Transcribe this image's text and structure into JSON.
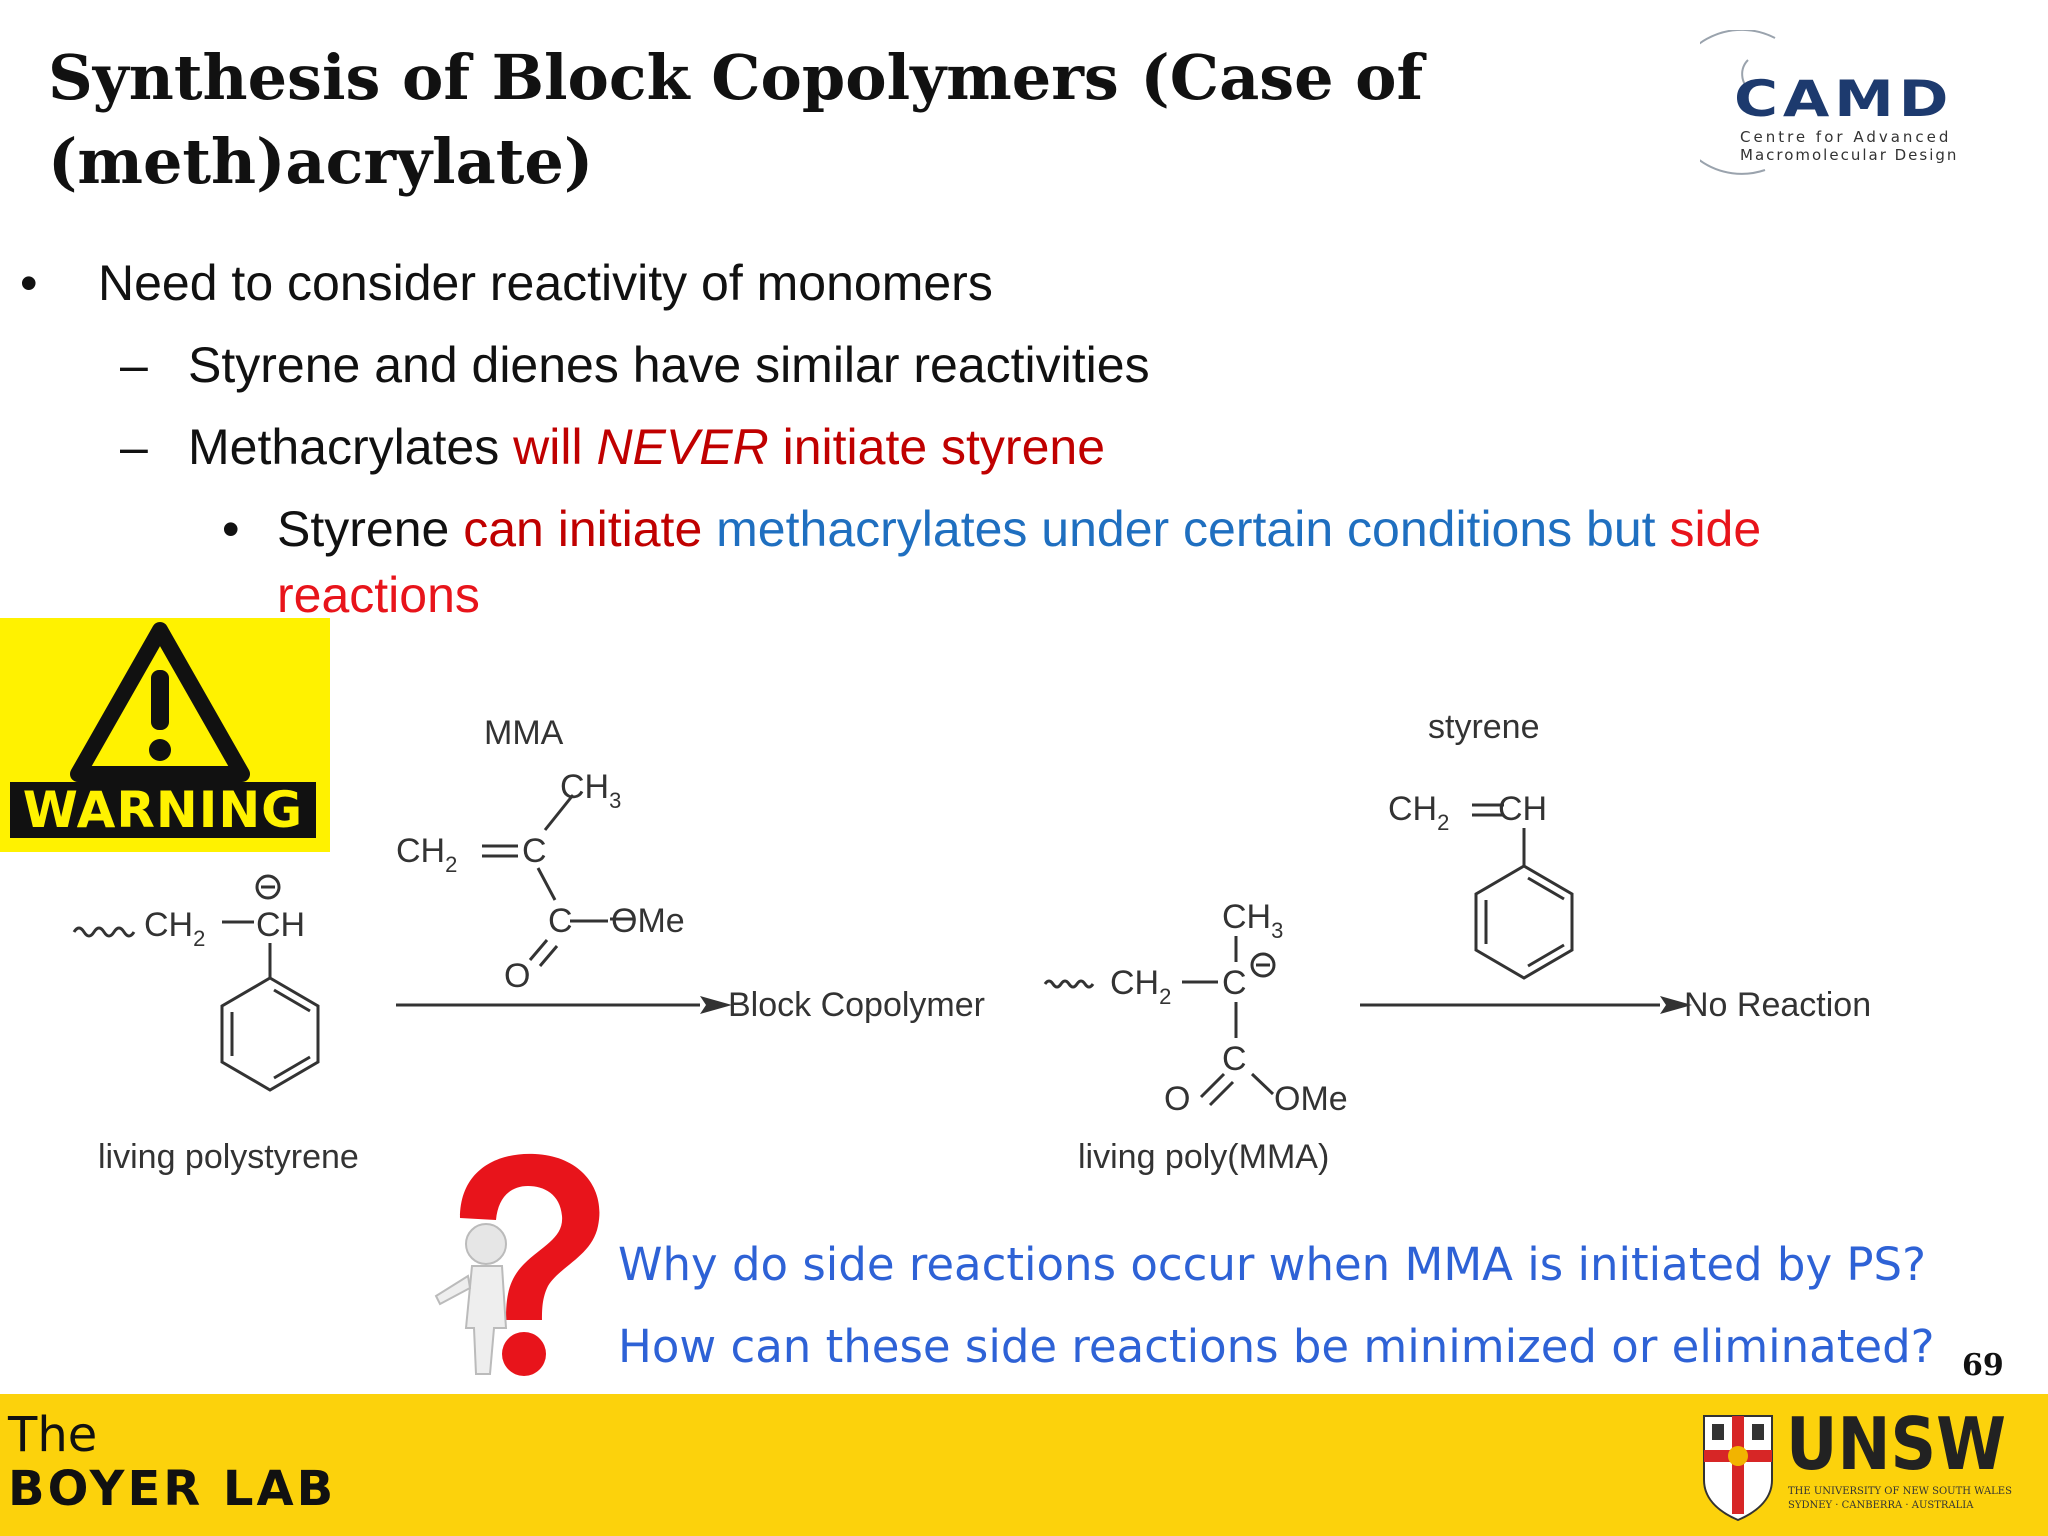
{
  "slide": {
    "title": "Synthesis of Block Copolymers (Case of (meth)acrylate)",
    "page_number": "69"
  },
  "logo_camd": {
    "name": "CAMD",
    "line1": "Centre for Advanced",
    "line2": "Macromolecular Design"
  },
  "bullets": {
    "b1": {
      "marker": "•",
      "text": "Need to consider reactivity of monomers"
    },
    "b2": {
      "marker": "–",
      "text": "Styrene and dienes have similar reactivities"
    },
    "b3": {
      "marker": "–",
      "t1": "Methacrylates ",
      "t2": "will ",
      "t3": "NEVER",
      "t4": " initiate styrene"
    },
    "b4": {
      "marker": "•",
      "t1": "Styrene ",
      "t2": "can initiate ",
      "t3": "methacrylates under certain conditions but ",
      "t4": "side",
      "t5": "reactions"
    }
  },
  "warning": {
    "text": "WARNING"
  },
  "scheme": {
    "label_mma": "MMA",
    "label_styrene": "styrene",
    "product_block": "Block Copolymer",
    "product_none": "No Reaction",
    "caption_ps": "living polystyrene",
    "caption_pmma": "living poly(MMA)"
  },
  "questions": {
    "q1": "Why do side reactions occur when MMA is initiated by PS?",
    "q2": "How can these side reactions be minimized or eliminated?"
  },
  "footer": {
    "lab_line1": "The",
    "lab_line2": "BOYER LAB",
    "unsw_name": "UNSW",
    "unsw_sub1": "THE UNIVERSITY OF NEW SOUTH WALES",
    "unsw_sub2": "SYDNEY · CANBERRA · AUSTRALIA"
  },
  "colors": {
    "footer_bg": "#fcd20c",
    "accent_red": "#c00000",
    "accent_blue": "#1f6fc0",
    "question_blue": "#2e62d6",
    "camd_navy": "#1d3a6e"
  }
}
